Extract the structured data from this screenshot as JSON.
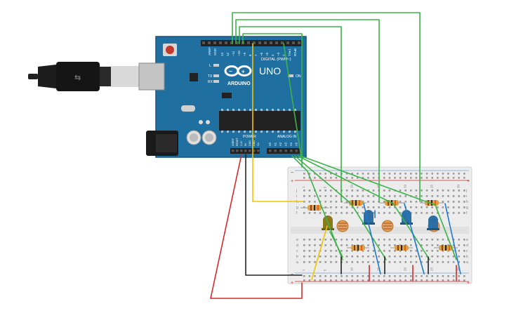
{
  "board": {
    "model": "UNO",
    "brand": "ARDUINO",
    "header_digital": "DIGITAL (PWM~)",
    "header_analog": "ANALOG IN",
    "header_power": "POWER",
    "label_on": "ON",
    "label_l": "L",
    "label_tx": "TX",
    "label_rx": "RX",
    "label_aref": "AREF",
    "label_gnd": "GND",
    "digital_pins": [
      "13",
      "12",
      "~11",
      "~10",
      "~9",
      "8",
      "7",
      "~6",
      "~5",
      "4",
      "~3",
      "2",
      "TX▸1",
      "RX◂0"
    ],
    "power_pins": [
      "IOREF",
      "RESET",
      "3.3V",
      "5V",
      "GND",
      "GND",
      "Vin"
    ],
    "analog_pins": [
      "A0",
      "A1",
      "A2",
      "A3",
      "A4",
      "A5"
    ]
  },
  "breadboard": {
    "plus": "+",
    "minus": "−",
    "row_letters_top": [
      "j",
      "i",
      "h",
      "g",
      "f"
    ],
    "row_letters_bottom": [
      "e",
      "d",
      "c",
      "b",
      "a"
    ],
    "column_numbers": [
      "1",
      "5",
      "10",
      "15",
      "20",
      "25",
      "30"
    ]
  },
  "colors": {
    "board": "#1f6fa0",
    "board_dark": "#16557d",
    "breadboard": "#ececec",
    "wire_green": "#3cb34a",
    "wire_red": "#d92a2a",
    "wire_black": "#222222",
    "wire_yellow": "#f2c400",
    "wire_blue": "#1f78c8",
    "led_blue": "#2d6fa3",
    "led_yellow": "#8a7a1a",
    "photoresistor": "#e3a15c",
    "resistor": "#d9a24a"
  },
  "icons": {
    "usb_cable": "usb-cable-icon",
    "dc_jack": "dc-jack-icon",
    "reset": "reset-button-icon",
    "logo": "arduino-infinity-icon"
  }
}
